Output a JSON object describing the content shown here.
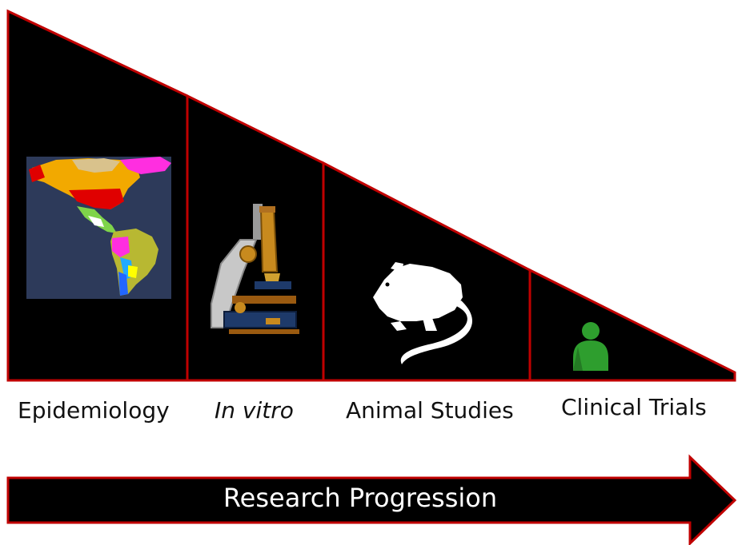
{
  "stages": [
    {
      "label": "Epidemiology",
      "icon": "americas-map-icon"
    },
    {
      "label": "In vitro",
      "icon": "microscope-icon"
    },
    {
      "label": "Animal Studies",
      "icon": "mouse-icon"
    },
    {
      "label": "Clinical Trials",
      "icon": "person-icon"
    }
  ],
  "arrow": {
    "label": "Research Progression"
  },
  "colors": {
    "panel_fill": "#000000",
    "outline": "#c00000",
    "map_background": "#2d3a5a",
    "mouse": "#ffffff",
    "person": "#2e9e2e"
  }
}
